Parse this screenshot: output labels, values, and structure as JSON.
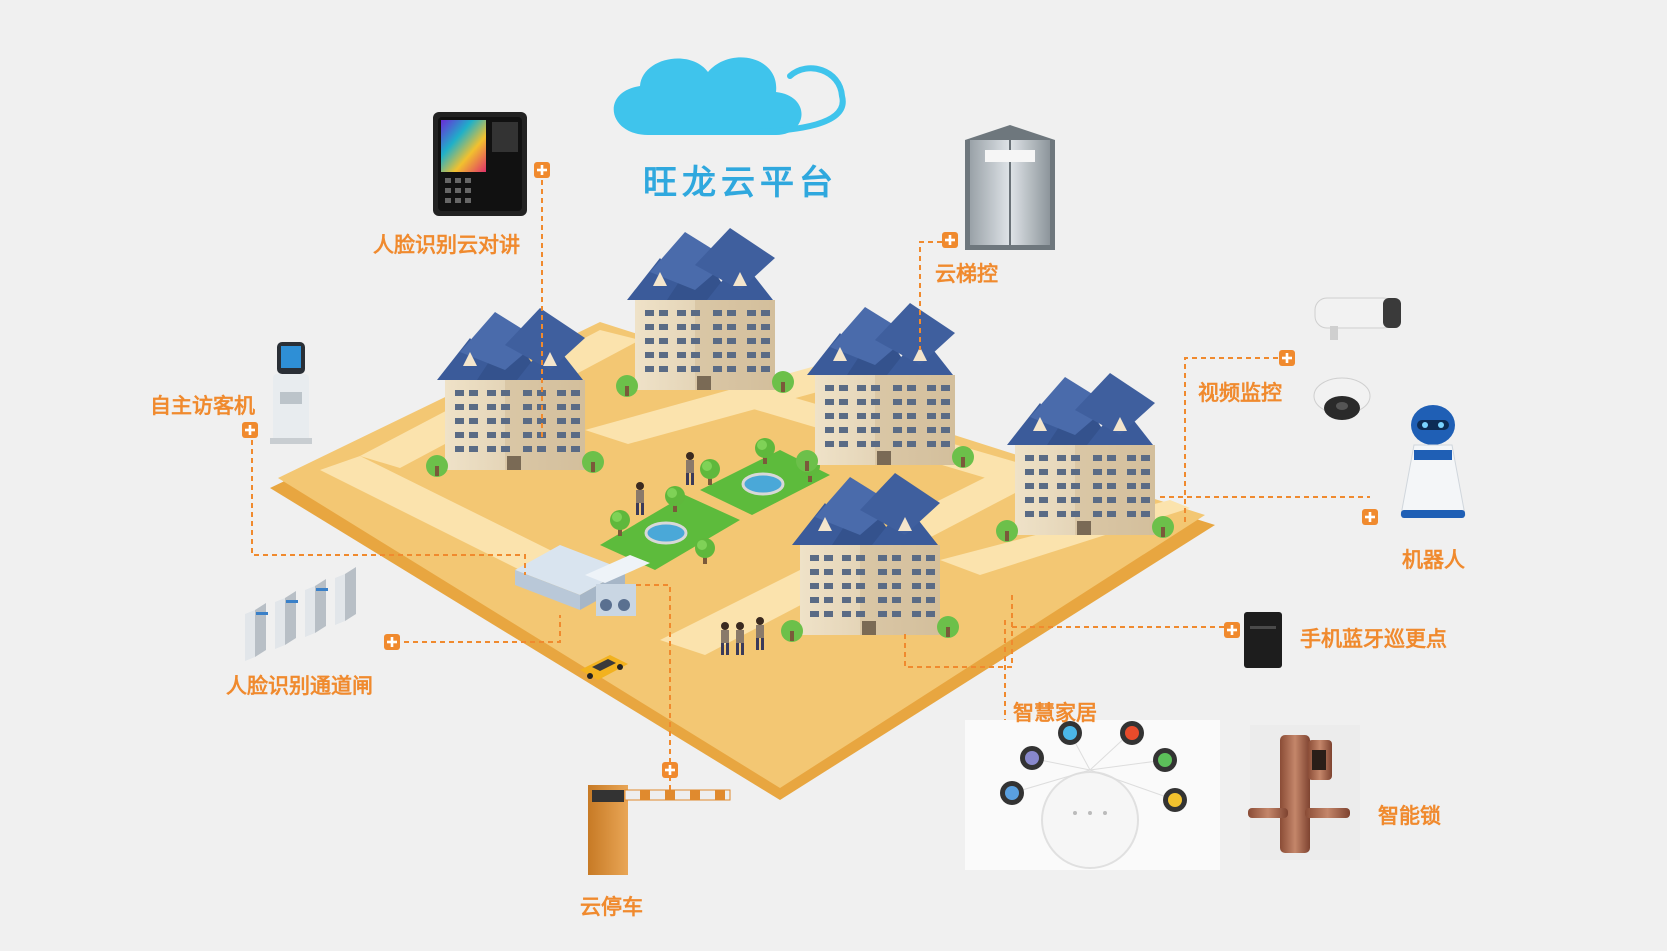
{
  "platform": {
    "title": "旺龙云平台"
  },
  "labels": {
    "face_intercom": "人脸识别云对讲",
    "cloud_elevator": "云梯控",
    "video_monitor": "视频监控",
    "self_visitor": "自主访客机",
    "robot": "机器人",
    "face_gate": "人脸识别通道闸",
    "bluetooth_patrol": "手机蓝牙巡更点",
    "smart_home": "智慧家居",
    "smart_lock": "智能锁",
    "cloud_parking": "云停车"
  },
  "colors": {
    "background": "#f0f0f0",
    "accent": "#f08a2e",
    "cloud": "#3fc4ec",
    "title": "#2fa8de",
    "ground": "#f3c773",
    "road": "#fbe3ad",
    "roof": "#3b5b9a",
    "wall": "#e8d8be"
  }
}
